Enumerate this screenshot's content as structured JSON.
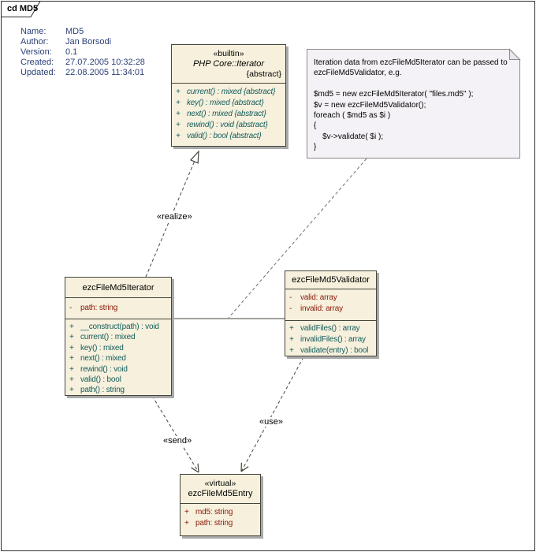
{
  "frame": {
    "label": "cd MD5"
  },
  "metadata": {
    "rows": [
      {
        "label": "Name:",
        "value": "MD5"
      },
      {
        "label": "Author:",
        "value": "Jan Borsodi"
      },
      {
        "label": "Version:",
        "value": "0.1"
      },
      {
        "label": "Created:",
        "value": "27.07.2005 10:32:28"
      },
      {
        "label": "Updated:",
        "value": "22.08.2005 11:34:01"
      }
    ]
  },
  "note": {
    "lines": [
      "Iteration data from ezcFileMd5Iterator can be passed to",
      "ezcFileMd5Validator, e.g.",
      "",
      "$md5 = new ezcFileMd5Iterator( \"files.md5\" );",
      "$v = new ezcFileMd5Validator();",
      "foreach ( $md5 as $i )",
      "{",
      "    $v->validate( $i );",
      "}"
    ]
  },
  "classes": {
    "php_iterator": {
      "stereotype": "«builtin»",
      "name": "PHP Core::Iterator",
      "tag": "{abstract}",
      "methods": [
        {
          "vis": "+",
          "sig": "current() : mixed {abstract}"
        },
        {
          "vis": "+",
          "sig": "key() : mixed {abstract}"
        },
        {
          "vis": "+",
          "sig": "next() : mixed {abstract}"
        },
        {
          "vis": "+",
          "sig": "rewind() : void {abstract}"
        },
        {
          "vis": "+",
          "sig": "valid() : bool {abstract}"
        }
      ]
    },
    "iterator": {
      "name": "ezcFileMd5Iterator",
      "attributes": [
        {
          "vis": "-",
          "sig": "path: string"
        }
      ],
      "methods": [
        {
          "vis": "+",
          "sig": "__construct(path) : void"
        },
        {
          "vis": "+",
          "sig": "current() : mixed"
        },
        {
          "vis": "+",
          "sig": "key() : mixed"
        },
        {
          "vis": "+",
          "sig": "next() : mixed"
        },
        {
          "vis": "+",
          "sig": "rewind() : void"
        },
        {
          "vis": "+",
          "sig": "valid() : bool"
        },
        {
          "vis": "+",
          "sig": "path() : string"
        }
      ]
    },
    "validator": {
      "name": "ezcFileMd5Validator",
      "attributes": [
        {
          "vis": "-",
          "sig": "valid: array"
        },
        {
          "vis": "-",
          "sig": "invalid: array"
        }
      ],
      "methods": [
        {
          "vis": "+",
          "sig": "validFiles() : array"
        },
        {
          "vis": "+",
          "sig": "invalidFiles() : array"
        },
        {
          "vis": "+",
          "sig": "validate(entry) : bool"
        }
      ]
    },
    "entry": {
      "stereotype": "«virtual»",
      "name": "ezcFileMd5Entry",
      "attributes": [
        {
          "vis": "+",
          "sig": "md5: string"
        },
        {
          "vis": "+",
          "sig": "path: string"
        }
      ]
    }
  },
  "edges": {
    "realize_label": "«realize»",
    "send_label": "«send»",
    "use_label": "«use»"
  },
  "colors": {
    "class_fill": "#F6F0DC",
    "class_border": "#45453C",
    "shadow": "#A9A9A9",
    "note_fill": "#F4F2F6",
    "note_border": "#8A8A8A",
    "attribute_text": "#8B1A0A",
    "method_text": "#125C5C",
    "metadata_text": "#2B3F77"
  }
}
